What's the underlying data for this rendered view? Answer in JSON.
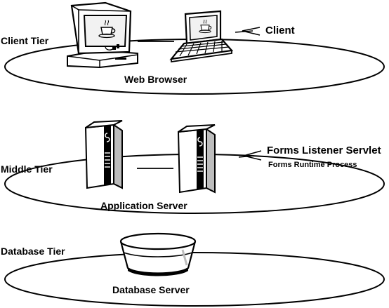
{
  "tiers": {
    "client": {
      "label": "Client Tier",
      "platform_label": "Web Browser",
      "callout": "Client"
    },
    "middle": {
      "label": "Middle Tier",
      "platform_label": "Application Server",
      "callout": "Forms Listener Servlet",
      "callout_sub": "Forms Runtime Process"
    },
    "database": {
      "label": "Database Tier",
      "platform_label": "Database Server"
    }
  },
  "icons": {
    "client": [
      "desktop-computer-icon",
      "laptop-icon",
      "coffee-cup-icon"
    ],
    "middle": [
      "server-tower-icon"
    ],
    "database": [
      "database-drum-icon"
    ]
  },
  "colors": {
    "ink": "#000000",
    "background": "#ffffff",
    "screen": "#f2f2f2",
    "shade": "#bdbdbd"
  }
}
